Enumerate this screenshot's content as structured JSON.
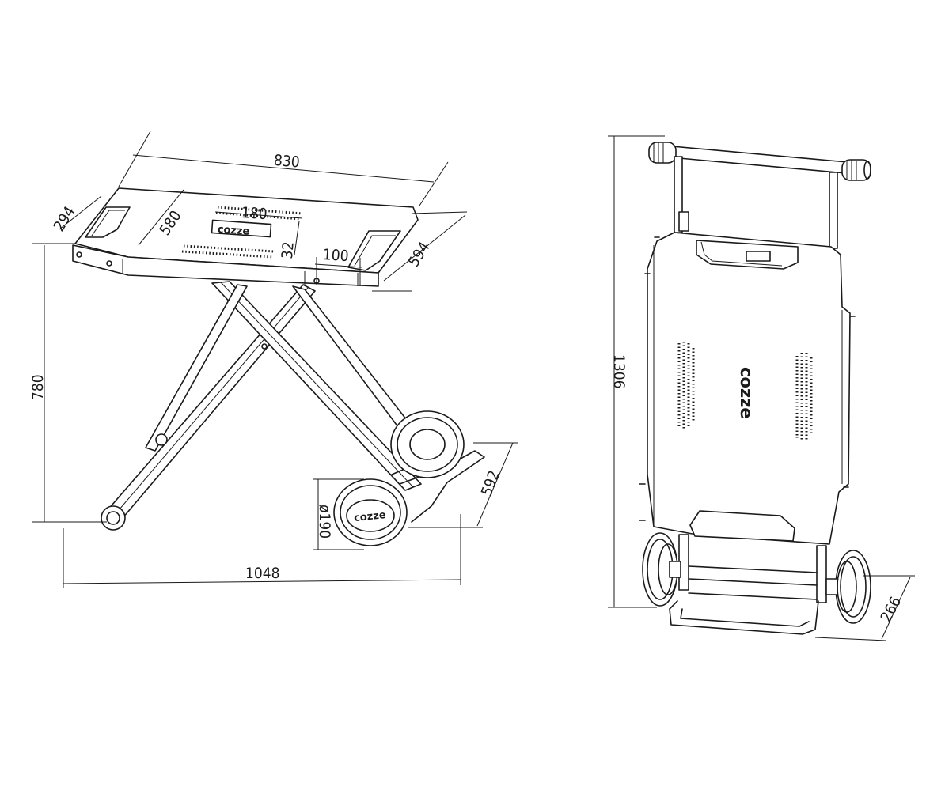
{
  "brand": {
    "logo_text": "cozze"
  },
  "left_view": {
    "dimensions": {
      "width_top": "830",
      "handle_depth": "294",
      "table_depth": "580",
      "vent_width": "180",
      "vent_gap": "32",
      "bracket": "100",
      "side_depth": "594",
      "height": "780",
      "wheel_diameter": "ø190",
      "wheel_depth": "592",
      "overall_length": "1048"
    }
  },
  "right_view": {
    "dimensions": {
      "folded_height": "1306",
      "folded_depth": "266"
    }
  },
  "colors": {
    "line": "#1a1a1a",
    "background": "#ffffff"
  }
}
